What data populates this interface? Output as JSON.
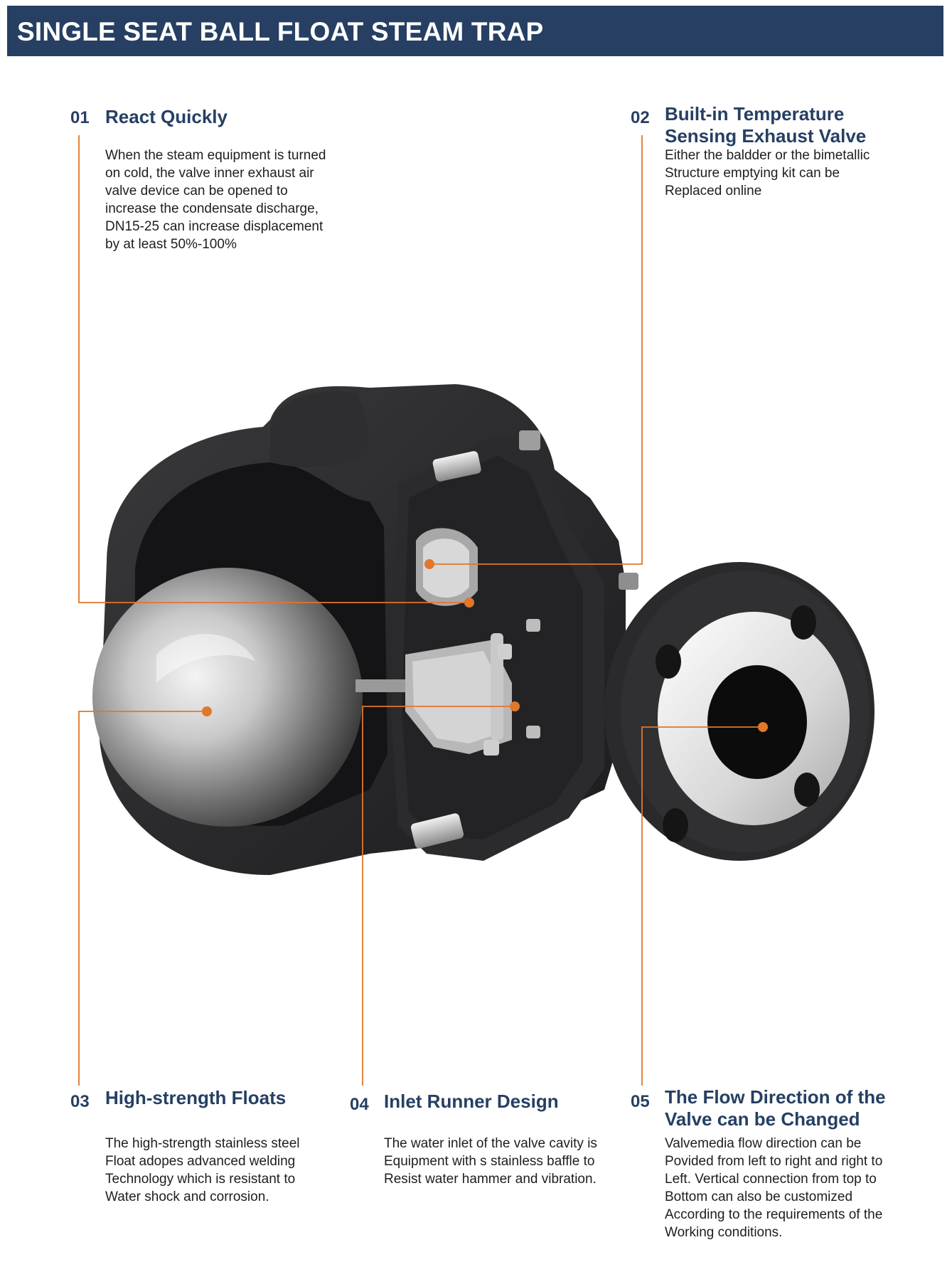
{
  "header": {
    "title": "SINGLE SEAT BALL FLOAT STEAM TRAP"
  },
  "colors": {
    "header_bg": "#263f63",
    "accent_orange": "#e0772b",
    "title_text": "#263f63"
  },
  "features": [
    {
      "num": "01",
      "title": "React Quickly",
      "desc": [
        "When the steam equipment is turned",
        "on cold, the valve inner exhaust air",
        "valve device can be opened to",
        "increase the condensate discharge,",
        "DN15-25 can increase displacement",
        "by at least 50%-100%"
      ]
    },
    {
      "num": "02",
      "title_lines": [
        "Built-in Temperature",
        "Sensing Exhaust Valve"
      ],
      "desc": [
        "Either the baldder or the bimetallic",
        "Structure emptying kit can be",
        "Replaced online"
      ]
    },
    {
      "num": "03",
      "title": "High-strength Floats",
      "desc": [
        "The high-strength stainless steel",
        "Float adopes advanced welding",
        "Technology which is resistant to",
        "Water shock and corrosion."
      ]
    },
    {
      "num": "04",
      "title": "Inlet Runner Design",
      "desc": [
        "The water inlet of the valve cavity is",
        "Equipment with s stainless baffle to",
        "Resist water hammer and vibration."
      ]
    },
    {
      "num": "05",
      "title_lines": [
        "The Flow Direction of the",
        "Valve can be Changed"
      ],
      "desc": [
        "Valvemedia flow direction can be",
        "Povided from left to right and right to",
        "Left. Vertical connection from top to",
        "Bottom can also be customized",
        "According to the requirements of the",
        "Working conditions."
      ]
    }
  ]
}
